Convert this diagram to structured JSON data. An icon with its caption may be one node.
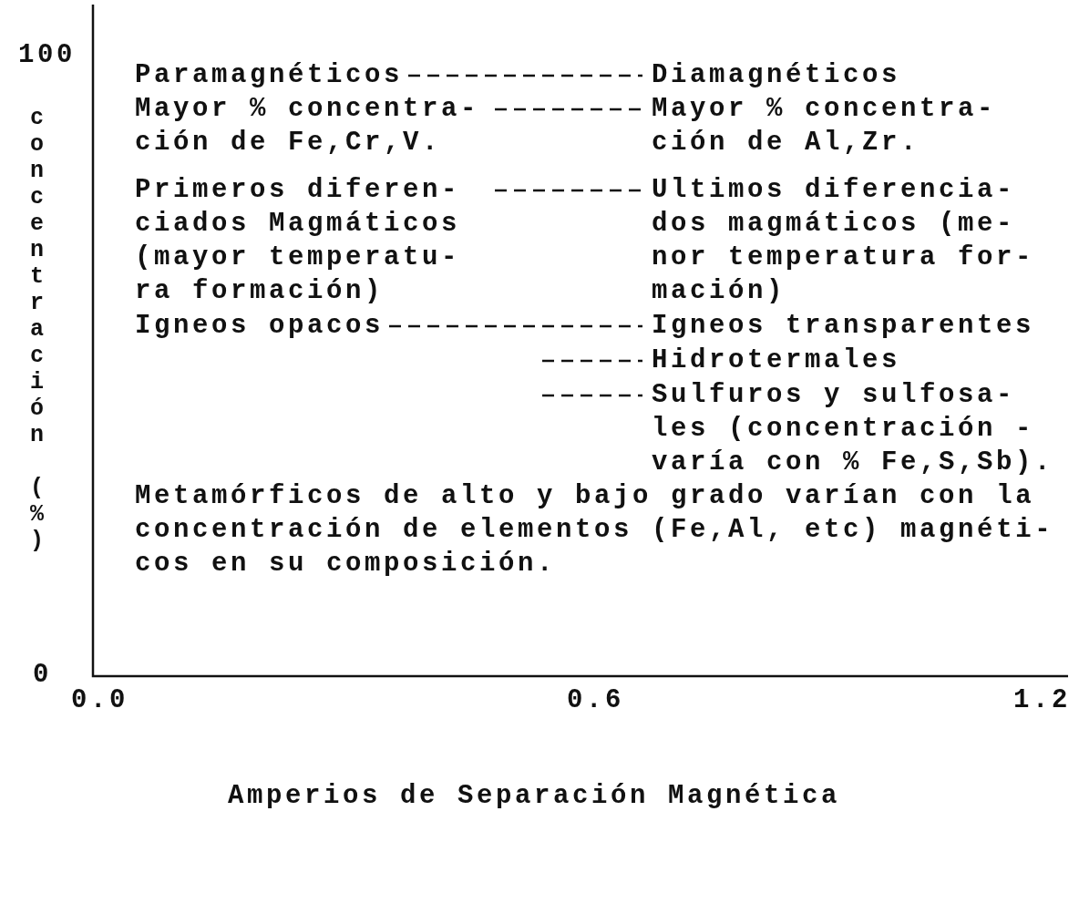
{
  "diagram": {
    "nodes": [
      {
        "text": [
          "Paramagnéticos"
        ]
      },
      {
        "text": [
          "Diamagnéticos"
        ]
      },
      {
        "text": [
          "Mayor % concentra- ción de Fe,Cr,V."
        ]
      },
      {
        "text": [
          "Mayor % concentra- ción de Al,Zr."
        ]
      },
      {
        "text": [
          "Primeros diferen- ciados Magmáticos (mayor temperatu- ra formación)"
        ]
      },
      {
        "text": [
          "Ultimos diferencia- dos magmáticos (me- nor temperatura for- mación)"
        ]
      },
      {
        "text": [
          "Igneos opacos"
        ]
      },
      {
        "text": [
          "Igneos transparentes"
        ]
      },
      {
        "text": [
          "Hidrotermales"
        ]
      },
      {
        "text": [
          "Sulfuros y sulfosa- les (concentración - varía con % Fe,S,Sb)."
        ]
      },
      {
        "text": [
          "Metamórficos de alto y bajo grado varían con la concentración de elementos (Fe,Al, etc) magnéti- cos en su composición."
        ]
      }
    ],
    "edges": [
      {
        "from": 0,
        "to": 1,
        "arrow": "none",
        "style": "dashed"
      },
      {
        "from": 2,
        "to": 3,
        "arrow": "none",
        "style": "dashed"
      },
      {
        "from": 4,
        "to": 5,
        "arrow": "none",
        "style": "dashed"
      },
      {
        "from": 6,
        "to": 7,
        "arrow": "none",
        "style": "dashed"
      },
      {
        "from": null,
        "to": 8,
        "arrow": "none",
        "style": "dashed"
      },
      {
        "from": null,
        "to": 9,
        "arrow": "none",
        "style": "dashed"
      }
    ],
    "labels": [
      "100",
      "concentración (%)",
      "0",
      "0.0",
      "0.6",
      "1.2",
      "Amperios de Separación Magnética"
    ]
  }
}
